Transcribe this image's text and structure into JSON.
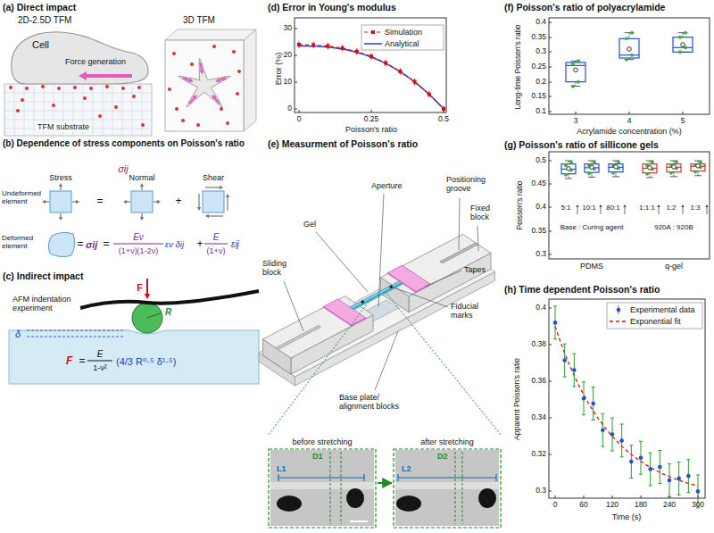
{
  "diagram": {
    "nodes": [
      {
        "text": [
          "Cell"
        ]
      },
      {
        "text": [
          "before stretching",
          "D1",
          "L1"
        ]
      },
      {
        "text": [
          "after stretching",
          "D2",
          "L2"
        ]
      }
    ],
    "edges": [
      {
        "from": 1,
        "to": 2,
        "arrow": "to"
      }
    ],
    "labels": [
      "(a) Direct impact",
      "2D-2.5D TFM",
      "3D TFM",
      "Force generation",
      "TFM substrate",
      "(b) Dependence of stress components on Poisson's ratio",
      "σij",
      "Stress",
      "Normal",
      "Shear",
      "Undeformed element",
      "=",
      "+",
      "Deformed element",
      "=",
      "σij",
      "=",
      "Eν",
      "(1+ν)(1-2ν)",
      "εv δij",
      "+",
      "E",
      "(1+ν)",
      "εij",
      "(c) Indirect impact",
      "AFM indentation experiment",
      "F",
      "R",
      "δ",
      "F",
      "=",
      "E",
      "1-ν²",
      "(4/3 R⁰·⁵ δ¹·⁵)",
      "(d) Error in Young's modulus",
      "Error (%)",
      "0",
      "10",
      "20",
      "30",
      "0",
      "0.25",
      "0.5",
      "Poisson's ratio",
      "(e) Measurment of Poisson's ratio",
      "Positioning groove",
      "Aperture",
      "Fixed block",
      "Gel",
      "Tapes",
      "Sliding block",
      "Fiducial marks",
      "Base plate/ alignment blocks",
      "(f) Poisson's ratio of polyacrylamide",
      "Long-time Poisson's ratio",
      "0.1",
      "0.15",
      "0.2",
      "0.25",
      "0.3",
      "0.35",
      "0.4",
      "3",
      "4",
      "5",
      "Acrylamide concentration (%)",
      "(g) Poisson's ratio of sillicone gels",
      "Poisson's ratio",
      "0.3",
      "0.35",
      "0.4",
      "0.45",
      "0.5",
      "5:1",
      "10:1",
      "80:1",
      "1:1:1",
      "1:2",
      "1:3",
      "Base : Curing agent",
      "920A : 920B",
      "PDMS",
      "q-gel",
      "(h) Time dependent Poisson's ratio",
      "Apparent Poisson's ratio",
      "0.3",
      "0.32",
      "0.34",
      "0.36",
      "0.38",
      "0.4",
      "0",
      "60",
      "120",
      "180",
      "240",
      "300",
      "Time (s)"
    ],
    "legend": [
      {
        "text": "Simulation"
      },
      {
        "text": "Analytical"
      },
      {
        "text": "Experimental data"
      },
      {
        "text": "Exponential fit"
      }
    ]
  }
}
